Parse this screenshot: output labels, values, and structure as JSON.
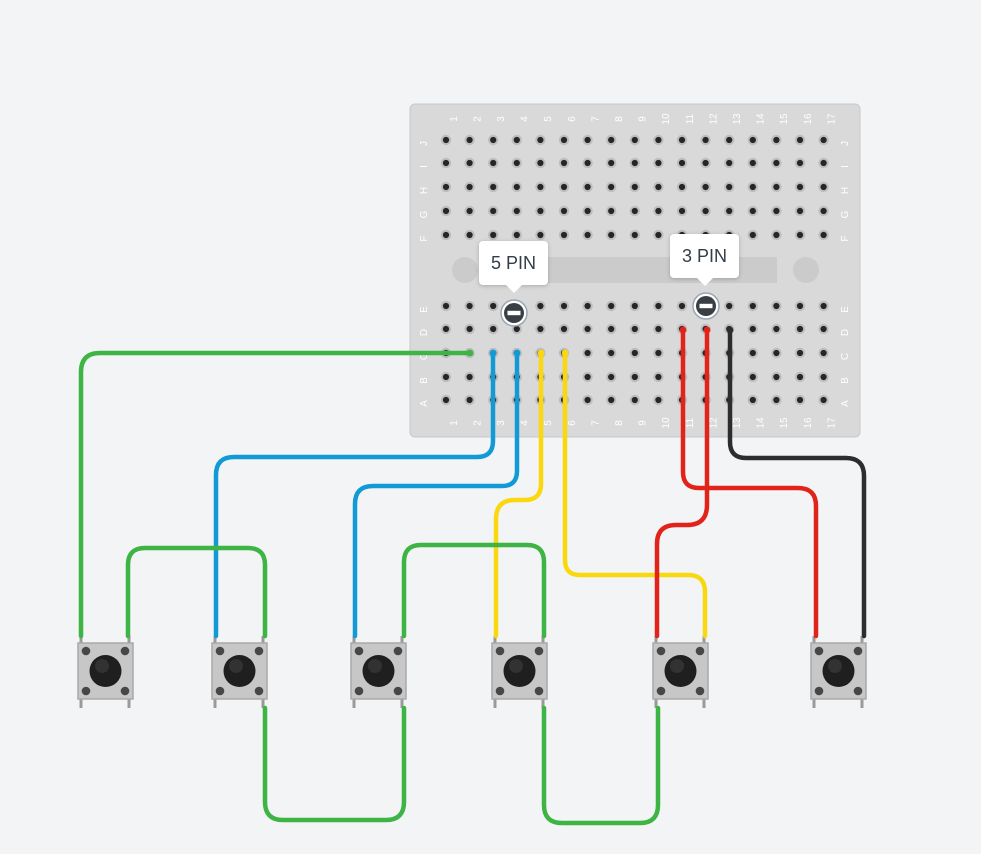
{
  "breadboard": {
    "column_labels": [
      "1",
      "2",
      "3",
      "4",
      "5",
      "6",
      "7",
      "8",
      "9",
      "10",
      "11",
      "12",
      "13",
      "14",
      "15",
      "16",
      "17"
    ],
    "top_row_labels": [
      "J",
      "I",
      "H",
      "G",
      "F"
    ],
    "bottom_row_labels": [
      "E",
      "D",
      "C",
      "B",
      "A"
    ]
  },
  "tooltips": {
    "five_pin": "5 PIN",
    "three_pin": "3 PIN"
  },
  "wire_colors": {
    "green": "#3db444",
    "blue": "#129ad6",
    "yellow": "#f9d80f",
    "red": "#e2231a",
    "black": "#2d2d2d"
  },
  "button_count": 6
}
